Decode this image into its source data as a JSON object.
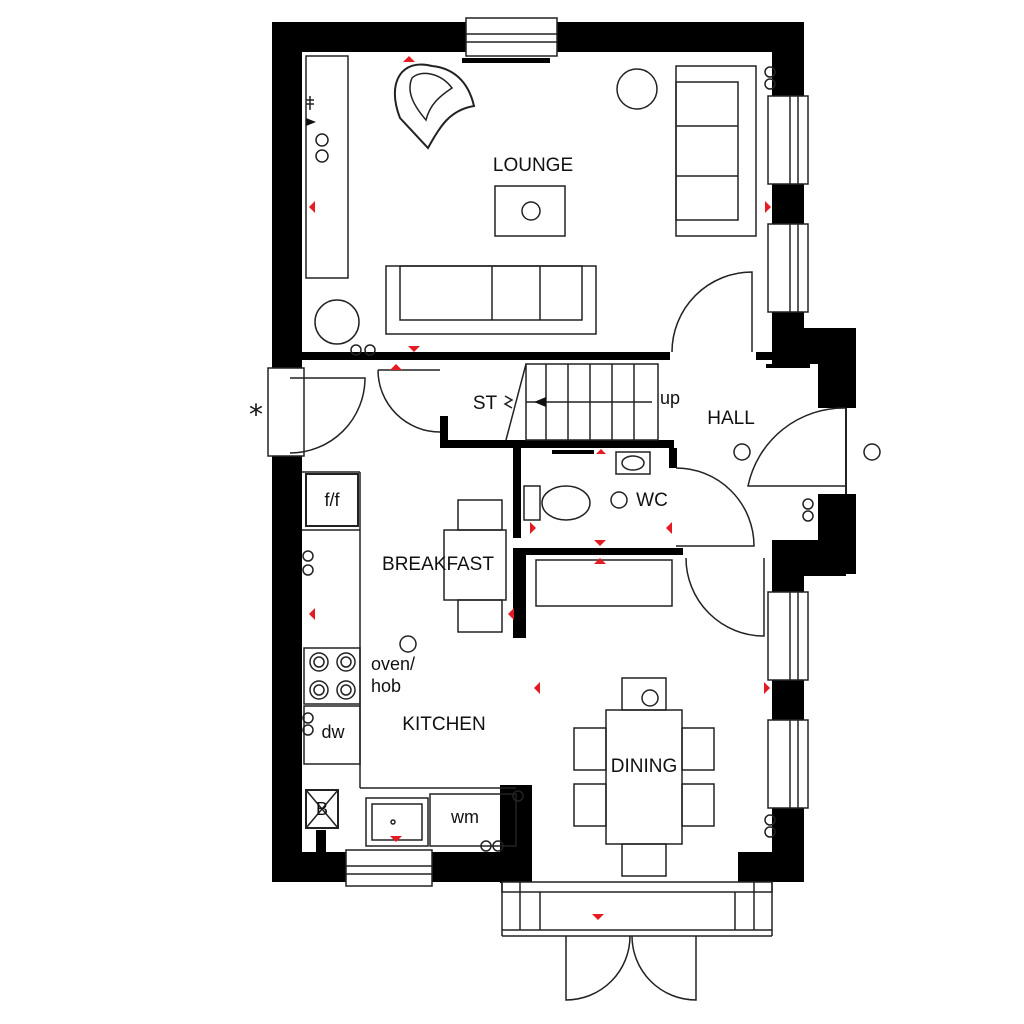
{
  "rooms": {
    "lounge": "LOUNGE",
    "hall": "HALL",
    "store": "ST",
    "wc": "WC",
    "breakfast": "BREAKFAST",
    "kitchen": "KITCHEN",
    "dining": "DINING"
  },
  "labels": {
    "stairs_up": "up",
    "fridge_freezer": "f/f",
    "oven_line1": "oven/",
    "oven_line2": "hob",
    "dishwasher": "dw",
    "washing_machine": "wm",
    "boiler": "B",
    "entrance_marker": "*"
  },
  "colors": {
    "wall": "#000000",
    "line": "#222222",
    "electrical_marker": "#e41b23"
  }
}
